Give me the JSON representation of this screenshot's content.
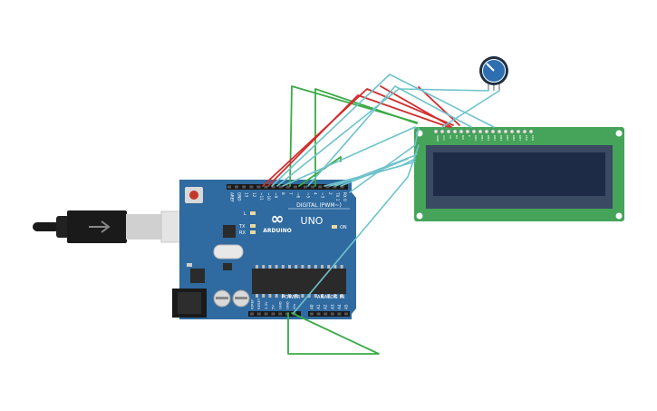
{
  "arduino": {
    "logo_symbol": "∞",
    "brand": "ARDUINO",
    "model": "UNO",
    "digital_header": "DIGITAL (PWM~)",
    "power_header": "POWER",
    "analog_header": "ANALOG IN",
    "led_tx": "TX",
    "led_rx": "RX",
    "led_l": "L",
    "led_on": "ON",
    "digital_pins": [
      "AREF",
      "GND",
      "13",
      "12",
      "~11",
      "~10",
      "~9",
      "8",
      "7",
      "~6",
      "~5",
      "4",
      "~3",
      "2",
      "TX 1",
      "RX 0"
    ],
    "power_pins": [
      "IOREF",
      "RESET",
      "3.3V",
      "5V",
      "GND",
      "GND",
      "Vin"
    ],
    "analog_pins": [
      "A0",
      "A1",
      "A2",
      "A3",
      "A4",
      "A5"
    ]
  },
  "lcd": {
    "pin_labels": [
      "GND",
      "VCC",
      "V0",
      "RS",
      "RW",
      "E",
      "DB0",
      "DB1",
      "DB2",
      "DB3",
      "DB4",
      "DB5",
      "DB6",
      "DB7",
      "LED",
      "LED"
    ]
  },
  "colors": {
    "board": "#2f6aa0",
    "lcd_pcb": "#45a35a",
    "lcd_screen": "#1d2b47",
    "wire_red": "#d12d2d",
    "wire_green": "#3aab46",
    "wire_cyan": "#6ec3cc",
    "pot_knob": "#2d6fb0"
  }
}
